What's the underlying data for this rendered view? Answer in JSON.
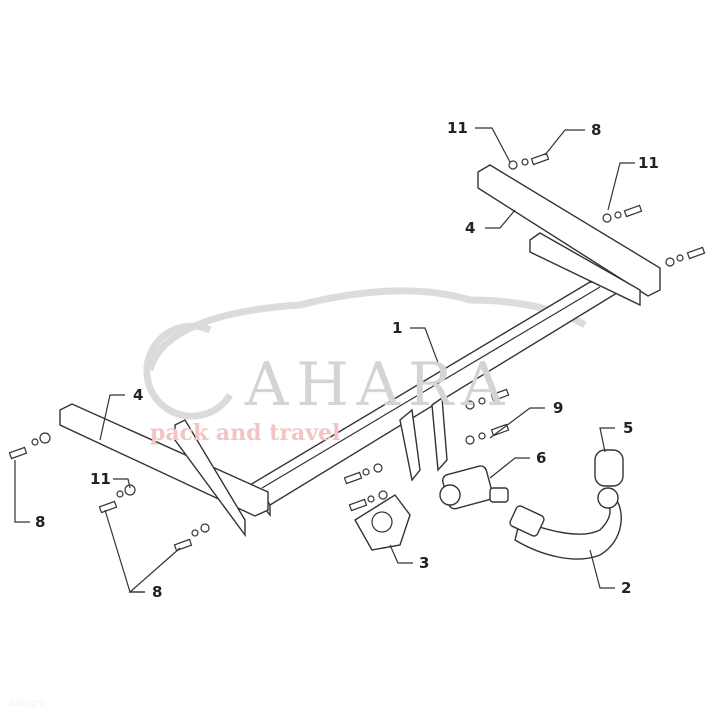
{
  "diagram": {
    "callouts": [
      {
        "id": "c11a",
        "text": "11"
      },
      {
        "id": "c8a",
        "text": "8"
      },
      {
        "id": "c11b",
        "text": "11"
      },
      {
        "id": "c4a",
        "text": "4"
      },
      {
        "id": "c1",
        "text": "1"
      },
      {
        "id": "c4b",
        "text": "4"
      },
      {
        "id": "c9",
        "text": "9"
      },
      {
        "id": "c5",
        "text": "5"
      },
      {
        "id": "c6",
        "text": "6"
      },
      {
        "id": "c11c",
        "text": "11"
      },
      {
        "id": "c8b",
        "text": "8"
      },
      {
        "id": "c3",
        "text": "3"
      },
      {
        "id": "c2",
        "text": "2"
      },
      {
        "id": "c8c",
        "text": "8"
      }
    ]
  },
  "watermark": {
    "brand": "AHARA",
    "tagline": "pack and travel",
    "corner": "allegro"
  },
  "colors": {
    "line": "#333333",
    "watermark_gray": "#d0d0d0",
    "watermark_red": "#f2c4c4"
  }
}
